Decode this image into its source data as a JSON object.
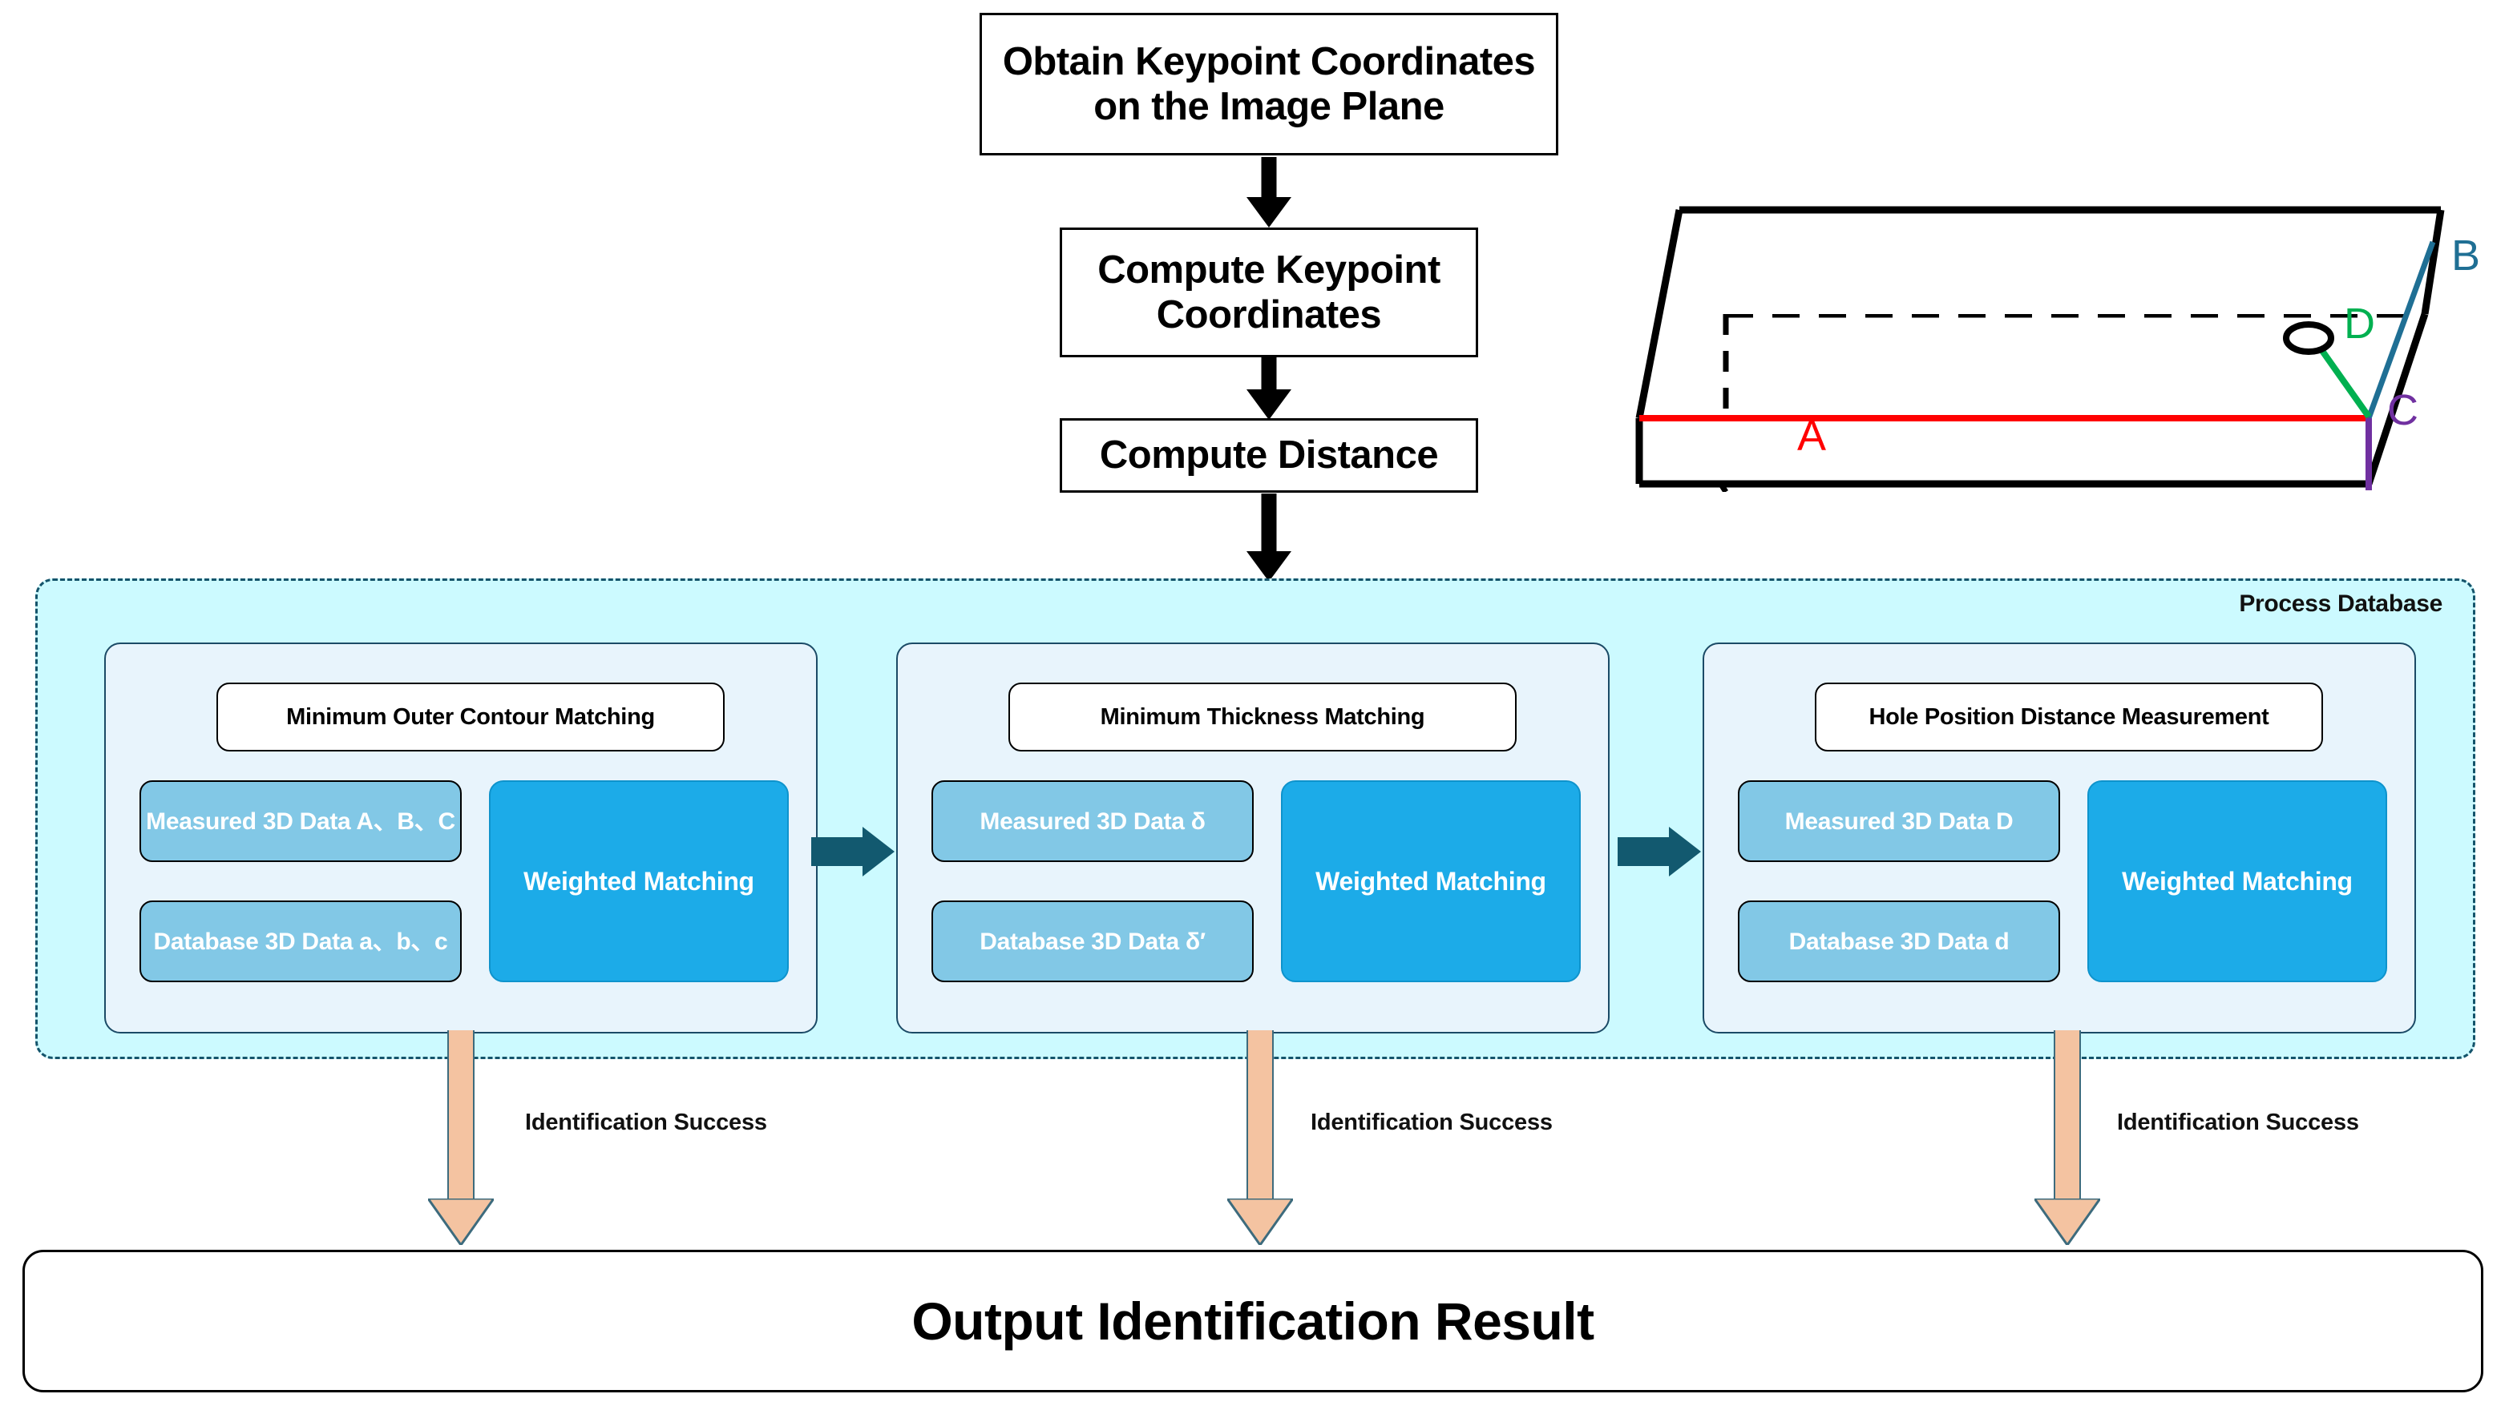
{
  "flow": {
    "step1": "Obtain Keypoint Coordinates\non the Image Plane",
    "step1_line1": "Obtain Keypoint Coordinates",
    "step1_line2": "on the Image Plane",
    "step2_line1": "Compute Keypoint",
    "step2_line2": "Coordinates",
    "step3": "Compute Distance"
  },
  "part3d": {
    "labels": {
      "a": "A",
      "b": "B",
      "c": "C",
      "d": "D"
    },
    "colors": {
      "a": "#ff0000",
      "b": "#1f6f94",
      "c": "#7030a0",
      "d": "#00b050",
      "edge": "#000000"
    }
  },
  "database": {
    "label": "Process Database",
    "background": "#ccfaff",
    "border": "#14546b"
  },
  "stages": [
    {
      "title": "Minimum Outer Contour Matching",
      "measured": "Measured 3D Data A、B、C",
      "database": "Database 3D Data a、b、c",
      "weighted": "Weighted Matching",
      "success": "Identification Success"
    },
    {
      "title": "Minimum Thickness Matching",
      "measured": "Measured 3D Data δ",
      "database": "Database 3D Data δ′",
      "weighted": "Weighted Matching",
      "success": "Identification Success"
    },
    {
      "title": "Hole Position Distance Measurement",
      "measured": "Measured 3D Data D",
      "database": "Database 3D Data d",
      "weighted": "Weighted Matching",
      "success": "Identification Success"
    }
  ],
  "output": {
    "label": "Output Identification Result"
  },
  "colors": {
    "weighted_fill": "#1cabe8",
    "data_fill": "#82c8e6",
    "stage_fill": "#e8f4fc",
    "db_fill": "#ccfaff",
    "teal_arrow": "#12596f",
    "peach_arrow": "#f4c3a1"
  }
}
